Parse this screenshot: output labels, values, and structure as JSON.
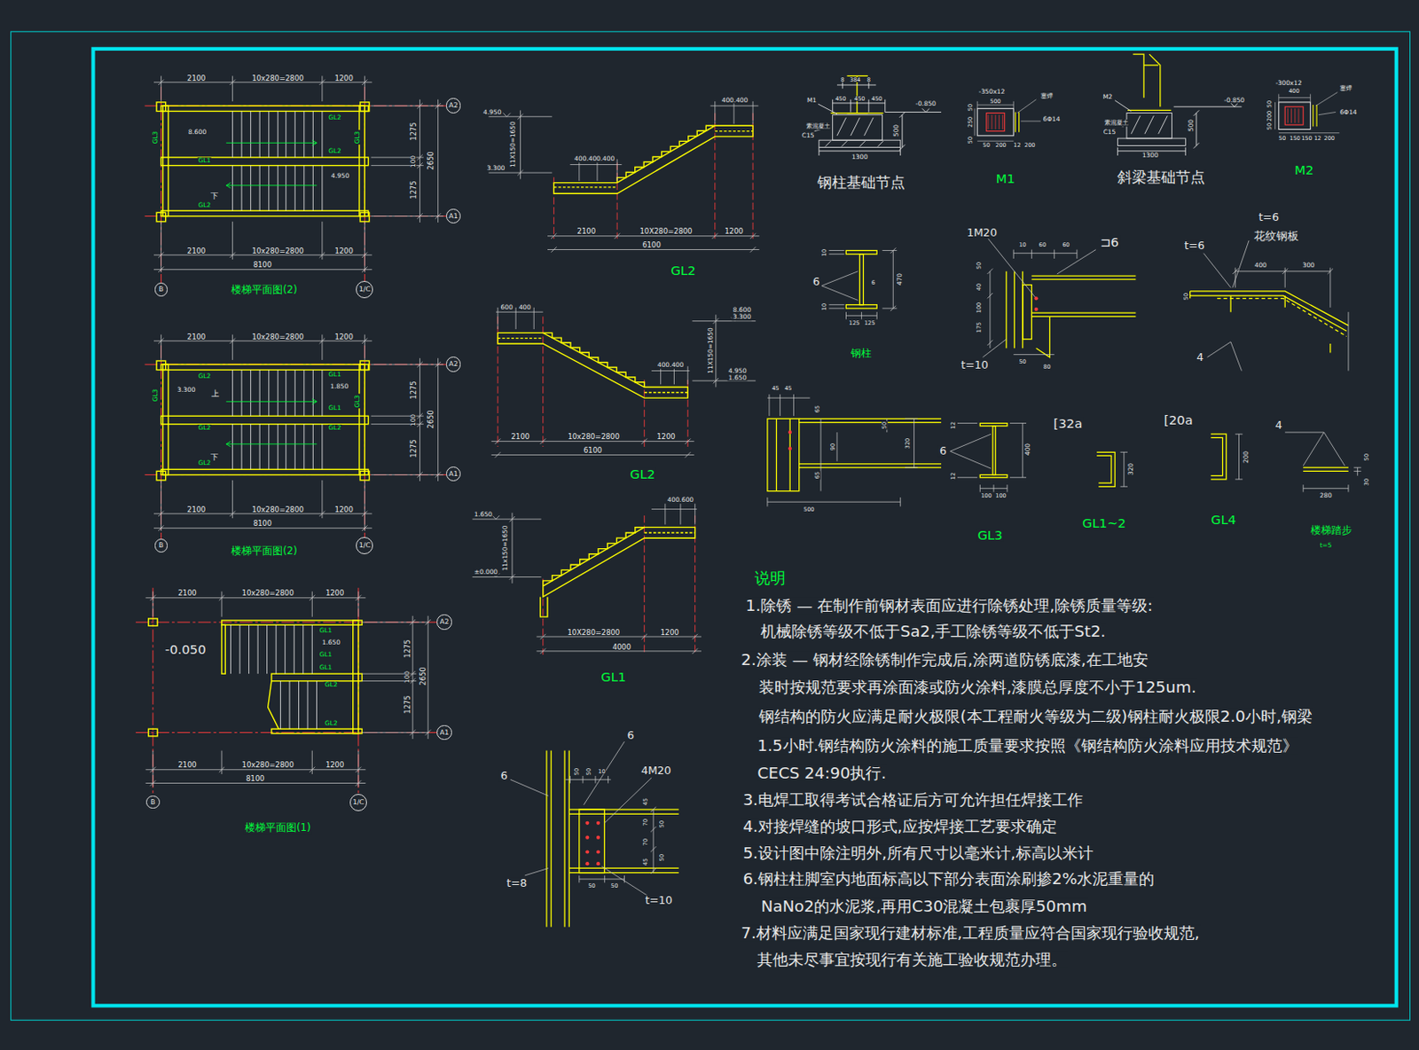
{
  "diagram": {
    "nodes": [
      {
        "text": [
          "A2"
        ]
      },
      {
        "text": [
          "A1"
        ]
      },
      {
        "text": [
          "B"
        ]
      },
      {
        "text": [
          "1/C"
        ]
      },
      {
        "text": [
          "A2"
        ]
      },
      {
        "text": [
          "A1"
        ]
      },
      {
        "text": [
          "B"
        ]
      },
      {
        "text": [
          "1/C"
        ]
      },
      {
        "text": [
          "A2"
        ]
      },
      {
        "text": [
          "A1"
        ]
      },
      {
        "text": [
          "B"
        ]
      },
      {
        "text": [
          "1/C"
        ]
      }
    ],
    "labels": [
      "2100",
      "10x280=2800",
      "1200",
      "GL3",
      "8.600",
      "GL2",
      "GL2",
      "GL3",
      "GL1",
      "4.950",
      "下",
      "GL2",
      "1275",
      "100",
      "1275",
      "2650",
      "2100",
      "10x280=2800",
      "1200",
      "8100",
      "楼梯平面图(2)",
      "2100",
      "10x280=2800",
      "1200",
      "GL2",
      "GL1",
      "3.300",
      "上",
      "1.850",
      "GL3",
      "GL3",
      "GL1",
      "GL2",
      "GL2",
      "下",
      "GL2",
      "1275",
      "100",
      "1275",
      "2650",
      "2100",
      "10x280=2800",
      "1200",
      "8100",
      "楼梯平面图(2)",
      "2100",
      "10x280=2800",
      "1200",
      "GL1",
      "1.650",
      "GL1",
      "-0.050",
      "GL1",
      "GL2",
      "GL2",
      "1275",
      "100",
      "1275",
      "2650",
      "2100",
      "10x280=2800",
      "1200",
      "8100",
      "楼梯平面图(1)",
      "4.950",
      "11X150=1650",
      "3.300",
      "400.400",
      "400.400.400",
      "2100",
      "10X280=2800",
      "1200",
      "6100",
      "GL2",
      "600",
      "400",
      "8.600",
      "3.300",
      "11X150=1650",
      "400.400",
      "4.950",
      "1.650",
      "2100",
      "10x280=2800",
      "1200",
      "6100",
      "GL2",
      "1.650",
      "11x150=1650",
      "±0.000",
      "400.600",
      "10X280=2800",
      "1200",
      "4000",
      "GL1",
      "M1",
      "8",
      "384",
      "8",
      "450",
      "450",
      "450",
      "素混凝土",
      "C15",
      "-0.850",
      "500",
      "1300",
      "钢柱基础节点",
      "-350x12",
      "500",
      "塞焊",
      "6Φ14",
      "50",
      "250",
      "50",
      "50",
      "200",
      "12",
      "200",
      "M1",
      "M2",
      "素混凝土",
      "C15",
      "-0.850",
      "500",
      "1300",
      "斜梁基础节点",
      "-300x12",
      "400",
      "塞焊",
      "6Φ14",
      "50",
      "200",
      "50",
      "50",
      "150",
      "150",
      "12",
      "200",
      "M2",
      "10",
      "6",
      "6",
      "470",
      "10",
      "125",
      "125",
      "钢柱",
      "1M20",
      "10",
      "60",
      "60",
      "⊐6",
      "50",
      "40",
      "100",
      "175",
      "t=10",
      "50",
      "80",
      "t=6",
      "花纹钢板",
      "t=6",
      "400",
      "300",
      "50",
      "4",
      "45",
      "45",
      "65",
      "50",
      "90",
      "320",
      "65",
      "500",
      "12",
      "6",
      "400",
      "12",
      "100",
      "100",
      "GL3",
      "[32a",
      "320",
      "GL1~2",
      "[20a",
      "200",
      "GL4",
      "4",
      "50",
      "30",
      "280",
      "楼梯踏步",
      "t=5",
      "6",
      "50",
      "50",
      "10",
      "4M20",
      "6",
      "45",
      "70",
      "70",
      "45",
      "50",
      "50",
      "t=8",
      "50",
      "50",
      "t=10",
      "说明",
      "1.除锈 — 在制作前钢材表面应进行除锈处理,除锈质量等级:",
      "机械除锈等级不低于Sa2,手工除锈等级不低于St2.",
      "2.涂装 — 钢材经除锈制作完成后,涂两道防锈底漆,在工地安",
      "装时按规范要求再涂面漆或防火涂料,漆膜总厚度不小于125um.",
      "钢结构的防火应满足耐火极限(本工程耐火等级为二级)钢柱耐火极限2.0小时,钢梁",
      "1.5小时.钢结构防火涂料的施工质量要求按照《钢结构防火涂料应用技术规范》",
      "CECS 24:90执行.",
      "3.电焊工取得考试合格证后方可允许担任焊接工作",
      "4.对接焊缝的坡口形式,应按焊接工艺要求确定",
      "5.设计图中除注明外,所有尺寸以毫米计,标高以米计",
      "6.钢柱柱脚室内地面标高以下部分表面涂刷掺2%水泥重量的",
      "NaNo2的水泥浆,再用C30混凝土包裹厚50mm",
      "7.材料应满足国家现行建材标准,工程质量应符合国家现行验收规范,",
      "其他未尽事宜按现行有关施工验收规范办理。"
    ]
  }
}
